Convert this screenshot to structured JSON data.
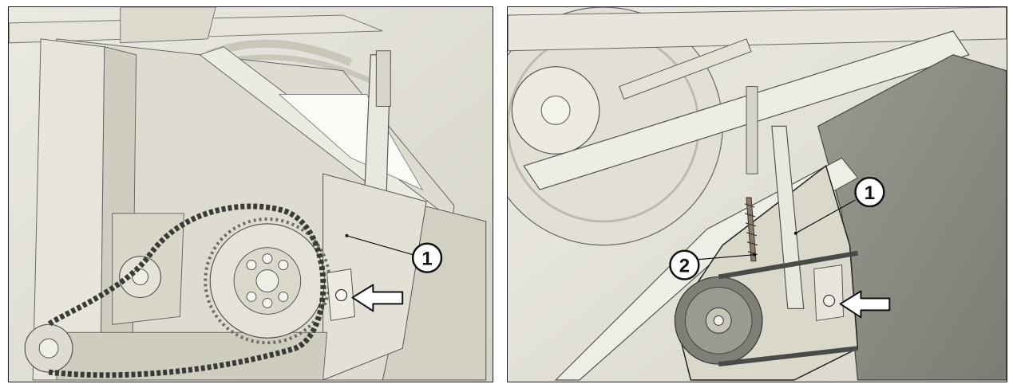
{
  "colors": {
    "metal": "#e4e2d6",
    "metal_light": "#f2f1ea",
    "metal_shade": "#c9c7b9",
    "metal_dark": "#a9a797",
    "panel_grey": "#8f8e86",
    "chain": "#3a3a36",
    "belt": "#4a4a46",
    "line": "#1a1a1a",
    "arrow_fill": "#ffffff"
  },
  "left_panel": {
    "callouts": [
      {
        "label": "1"
      }
    ],
    "arrow_icon": "white-arrow-pointing-left"
  },
  "right_panel": {
    "callouts": [
      {
        "label": "1"
      },
      {
        "label": "2"
      }
    ],
    "arrow_icon": "white-arrow-pointing-left"
  }
}
